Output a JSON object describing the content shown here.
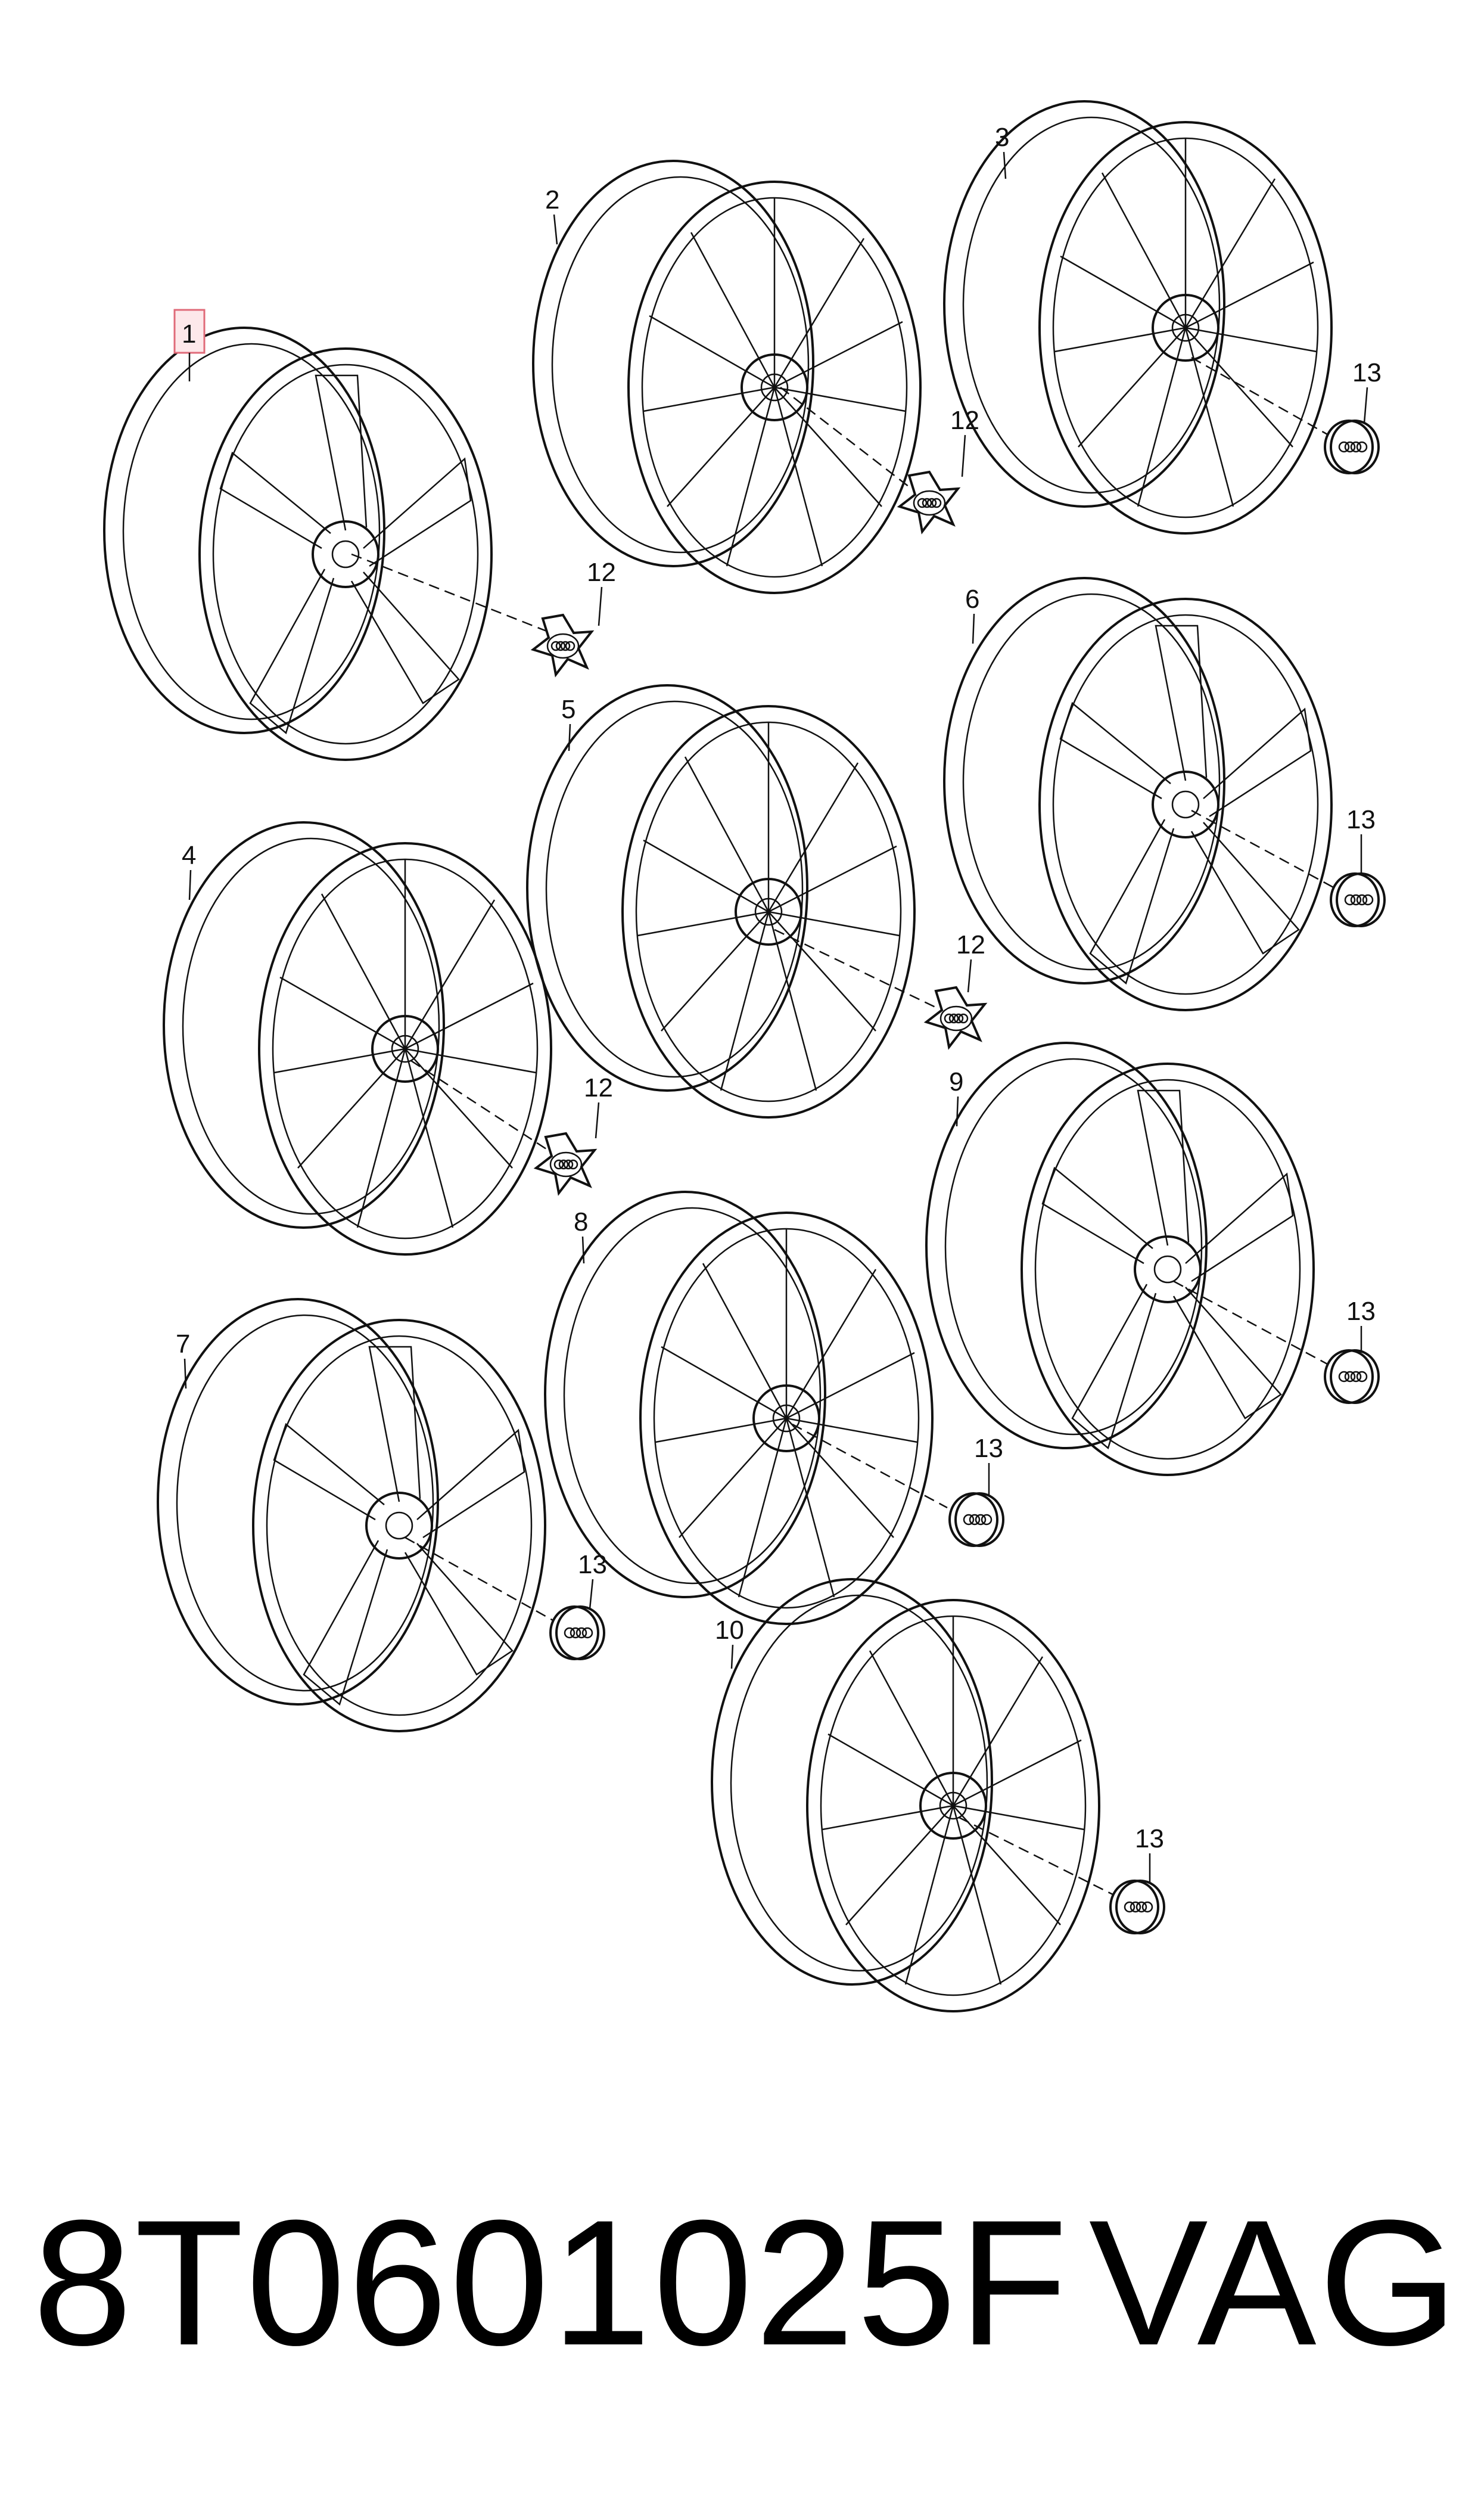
{
  "callouts": {
    "c1": "1",
    "c2": "2",
    "c3": "3",
    "c4": "4",
    "c5": "5",
    "c6": "6",
    "c7": "7",
    "c8": "8",
    "c9": "9",
    "c10": "10",
    "cap12": "12",
    "cap13": "13"
  },
  "highlighted_callout": "1",
  "footer": {
    "part_number": "8T0601025F",
    "brand": "VAG"
  },
  "colors": {
    "line": "#111111",
    "highlight_fill": "#fde8ea",
    "highlight_stroke": "#e06b79"
  }
}
